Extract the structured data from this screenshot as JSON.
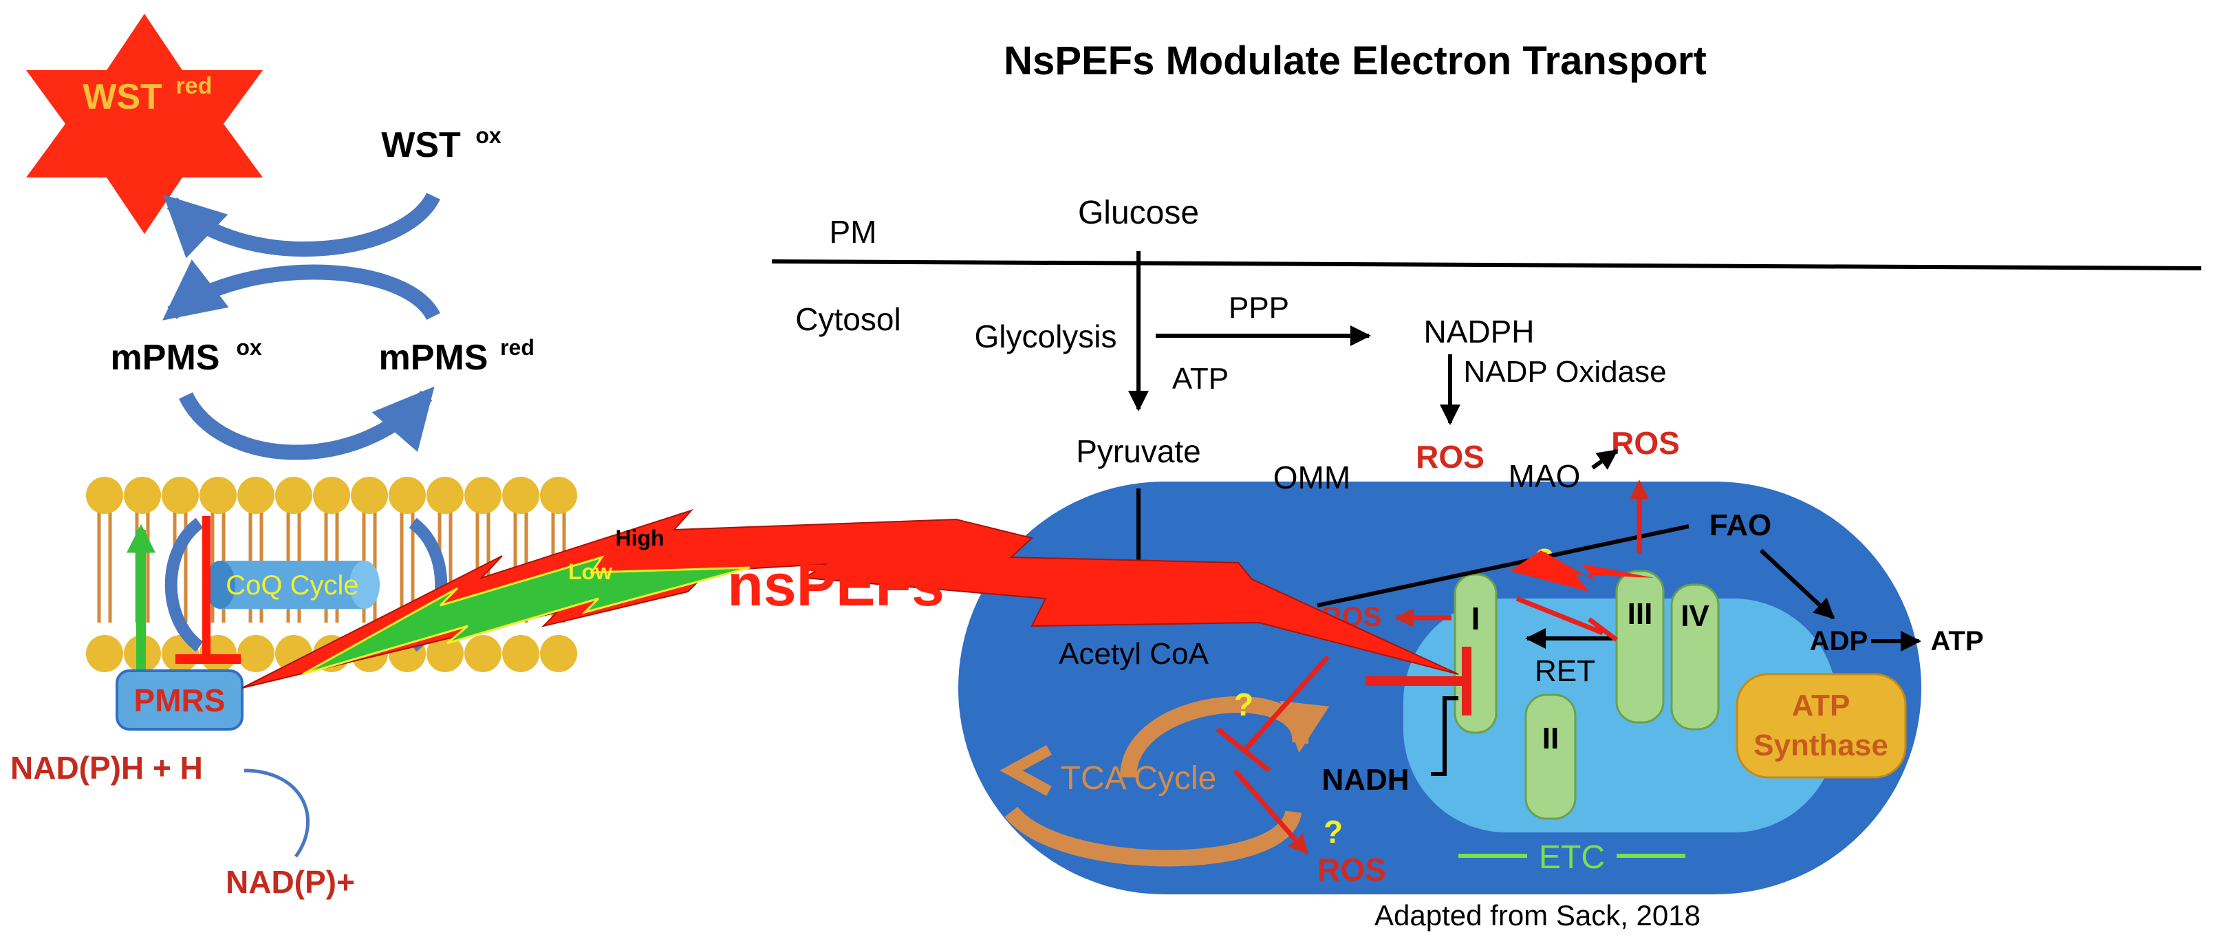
{
  "title": "NsPEFs Modulate Electron Transport",
  "left_panel": {
    "wst_red": "WST",
    "wst_red_sup": "red",
    "wst_ox": "WST",
    "wst_ox_sup": "ox",
    "mpms_ox": "mPMS",
    "mpms_ox_sup": "ox",
    "mpms_red": "mPMS",
    "mpms_red_sup": "red",
    "coq_cycle": "CoQ Cycle",
    "pmrs": "PMRS",
    "nadph_h": "NAD(P)H + H",
    "nadp_plus": "NAD(P)+"
  },
  "nspefs": {
    "label": "nsPEFs",
    "high": "High",
    "low": "Low"
  },
  "cell": {
    "pm": "PM",
    "glucose": "Glucose",
    "cytosol": "Cytosol",
    "glycolysis": "Glycolysis",
    "ppp": "PPP",
    "nadph": "NADPH",
    "atp_glycolysis": "ATP",
    "nadp_oxidase": "NADP Oxidase",
    "pyruvate": "Pyruvate",
    "omm": "OMM",
    "ros_nadp": "ROS",
    "mao": "MAO",
    "ros_mao": "ROS",
    "fao": "FAO",
    "adp": "ADP",
    "atp_fao": "ATP",
    "acetyl_coa": "Acetyl CoA",
    "ros_complex1": "ROS",
    "complex_i": "I",
    "complex_ii": "II",
    "complex_iii": "III",
    "complex_iv": "IV",
    "ret": "RET",
    "nadh": "NADH",
    "tca_cycle": "TCA Cycle",
    "ros_tca": "ROS",
    "atp_synthase_line1": "ATP",
    "atp_synthase_line2": "Synthase",
    "etc": "ETC",
    "question_mark": "?",
    "citation": "Adapted from Sack, 2018"
  },
  "colors": {
    "red": "#d42a1e",
    "bright_red": "#ff1a0a",
    "black": "#000000",
    "mito_outer": "#2f6fc4",
    "mito_inner": "#5bb8e9",
    "complex_green": "#a6d68a",
    "atp_synthase": "#e9b530",
    "tca_orange": "#d48b4a",
    "lipid_head": "#e8bb32",
    "pmrs_blue": "#5ea8e0",
    "arrow_blue": "#4a78c0",
    "bolt_green": "#35c13a",
    "yellow": "#f2ef2a"
  }
}
